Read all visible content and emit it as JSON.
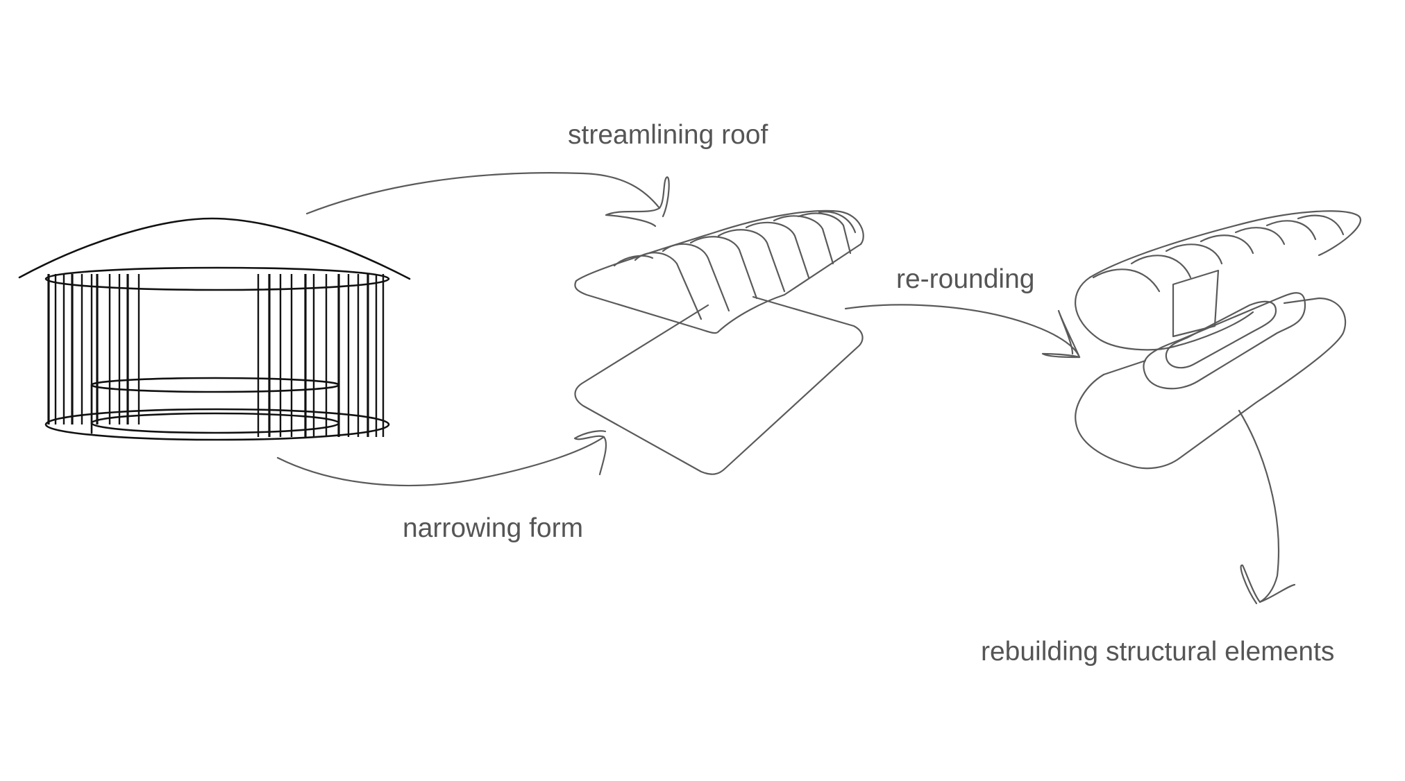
{
  "diagram": {
    "labels": {
      "streamlining": "streamlining roof",
      "narrowing": "narrowing form",
      "rerounding": "re-rounding",
      "rebuilding": "rebuilding structural elements"
    },
    "colors": {
      "background": "#ffffff",
      "label_text": "#555555",
      "sketch_dark": "#111111",
      "sketch_grey": "#5a5a5a"
    }
  }
}
